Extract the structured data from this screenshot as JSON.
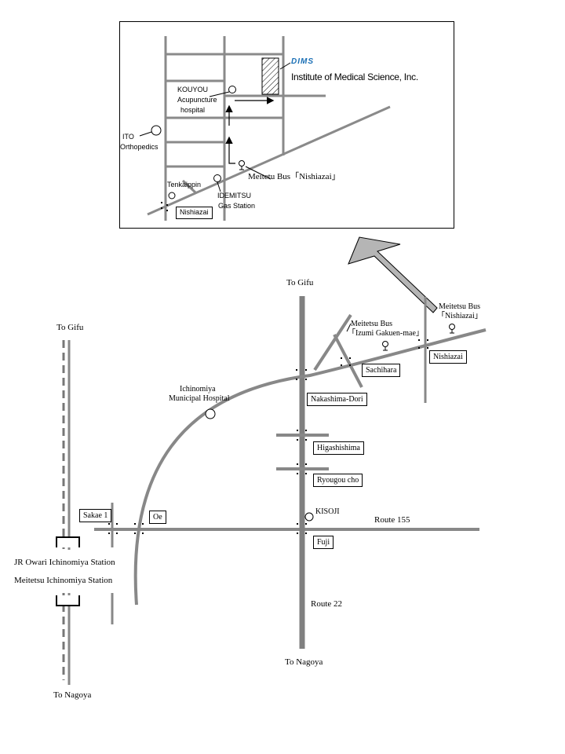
{
  "colors": {
    "road": "#8a8a8a",
    "main_road": "#808080",
    "arrow_fill": "#b5b5b5",
    "brand": "#1a6fb5"
  },
  "inset": {
    "logo": "DIMS",
    "company": "Institute of Medical Science, Inc.",
    "kouyou": [
      "KOUYOU",
      "Acupuncture",
      "hospital"
    ],
    "ito": [
      "ITO",
      "Orthopedics"
    ],
    "tenkaippin": "Tenkaippin",
    "idemitsu": [
      "IDEMITSU",
      "Gas Station"
    ],
    "bus_stop": "Meitetu Bus「Nishiazai」",
    "station": "Nishiazai"
  },
  "main": {
    "to_gifu_left": "To Gifu",
    "to_nagoya_left": "To Nagoya",
    "to_gifu_center": "To Gifu",
    "to_nagoya_center": "To Nagoya",
    "jr_station": "JR Owari Ichinomiya Station",
    "meitetsu_station": "Meitetsu Ichinomiya Station",
    "hospital": [
      "Ichinomiya",
      "Municipal Hospital"
    ],
    "bus_izumi": [
      "Meitetsu Bus",
      "「Izumi Gakuen-mae」"
    ],
    "bus_nishiazai": [
      "Meitetsu Bus",
      "「Nishiazai」"
    ],
    "kisoji": "KISOJI",
    "route155": "Route 155",
    "route22": "Route 22",
    "stations": {
      "sakae": "Sakae 1",
      "oe": "Oe",
      "nakashima": "Nakashima-Dori",
      "higashishima": "Higashishima",
      "ryougou": "Ryougou cho",
      "fuji": "Fuji",
      "sachihara": "Sachihara",
      "nishiazai": "Nishiazai"
    }
  }
}
